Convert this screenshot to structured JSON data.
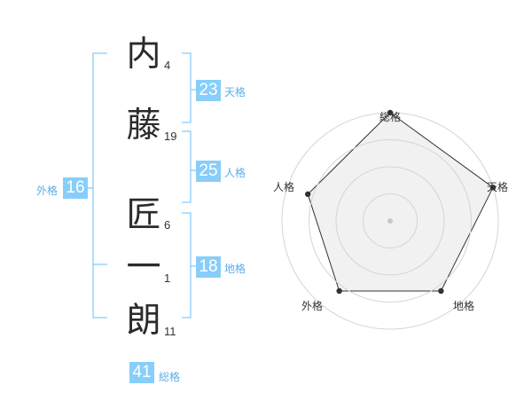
{
  "name": {
    "chars": [
      {
        "char": "内",
        "strokes": "4"
      },
      {
        "char": "藤",
        "strokes": "19"
      },
      {
        "char": "匠",
        "strokes": "6"
      },
      {
        "char": "一",
        "strokes": "1"
      },
      {
        "char": "朗",
        "strokes": "11"
      }
    ]
  },
  "fortunes": {
    "tenkaku": {
      "value": "23",
      "label": "天格"
    },
    "jinkaku": {
      "value": "25",
      "label": "人格"
    },
    "chikaku": {
      "value": "18",
      "label": "地格"
    },
    "gaikaku": {
      "value": "16",
      "label": "外格"
    },
    "soukaku": {
      "value": "41",
      "label": "総格"
    }
  },
  "colors": {
    "accent": "#87cefa",
    "label_text": "#5aaee8",
    "bracket": "#87cefa",
    "radar_fill": "#f1f1f1",
    "radar_grid": "#d4d4d4"
  },
  "chart_data": {
    "type": "radar",
    "axes": [
      "総格",
      "天格",
      "地格",
      "外格",
      "人格"
    ],
    "values": [
      1.0,
      1.0,
      0.8,
      0.8,
      0.8
    ],
    "max": 1.0,
    "rings": 4
  }
}
